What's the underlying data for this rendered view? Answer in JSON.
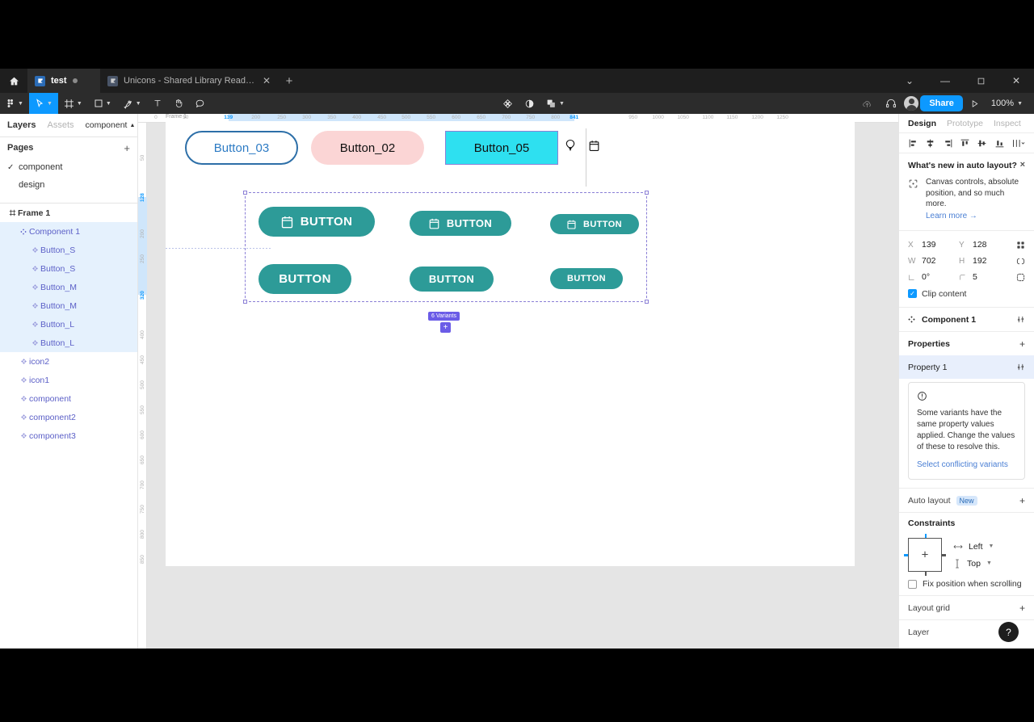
{
  "window": {
    "tabs": [
      {
        "label": "test",
        "active": true,
        "modified": true,
        "icon": "figma-file-icon"
      },
      {
        "label": "Unicons - Shared Library Ready (Co...",
        "active": false,
        "closable": true,
        "icon": "figma-file-icon"
      }
    ],
    "new_tab_label": "+",
    "controls": [
      "chevron-down",
      "minimize",
      "restore",
      "close"
    ]
  },
  "toolbar": {
    "left_tools": [
      {
        "name": "figma-menu-icon",
        "caret": true,
        "selected": false
      },
      {
        "name": "move-cursor-icon",
        "caret": true,
        "selected": true
      },
      {
        "name": "frame-icon",
        "caret": true,
        "selected": false
      },
      {
        "name": "shape-rect-icon",
        "caret": true,
        "selected": false
      },
      {
        "name": "pen-icon",
        "caret": true,
        "selected": false
      },
      {
        "name": "text-icon",
        "caret": false,
        "selected": false
      },
      {
        "name": "hand-icon",
        "caret": false,
        "selected": false
      },
      {
        "name": "comment-icon",
        "caret": false,
        "selected": false
      }
    ],
    "center_tools": [
      {
        "name": "components-icon"
      },
      {
        "name": "contrast-icon"
      },
      {
        "name": "mask-icon",
        "caret": true
      }
    ],
    "right": {
      "upload_icon": "cloud-upload-icon",
      "audio_icon": "headphones-icon",
      "avatar": "user-avatar",
      "share_label": "Share",
      "present_icon": "play-icon",
      "zoom_label": "100%"
    }
  },
  "left_panel": {
    "tabs": [
      {
        "label": "Layers",
        "active": true
      },
      {
        "label": "Assets",
        "active": false,
        "dot": true
      }
    ],
    "file_dropdown": "component",
    "pages": {
      "title": "Pages",
      "add_label": "+",
      "items": [
        {
          "label": "component",
          "checked": true
        },
        {
          "label": "design",
          "checked": false
        }
      ]
    },
    "layers": [
      {
        "label": "Frame 1",
        "icon": "frame-icon",
        "depth": 0,
        "type": "frame",
        "selected": false
      },
      {
        "label": "Component 1",
        "icon": "component-set-icon",
        "depth": 1,
        "type": "component-set",
        "selected": true
      },
      {
        "label": "Button_S",
        "icon": "component-icon",
        "depth": 2,
        "type": "component",
        "selected": true
      },
      {
        "label": "Button_S",
        "icon": "component-icon",
        "depth": 2,
        "type": "component",
        "selected": true
      },
      {
        "label": "Button_M",
        "icon": "component-icon",
        "depth": 2,
        "type": "component",
        "selected": true
      },
      {
        "label": "Button_M",
        "icon": "component-icon",
        "depth": 2,
        "type": "component",
        "selected": true
      },
      {
        "label": "Button_L",
        "icon": "component-icon",
        "depth": 2,
        "type": "component",
        "selected": true
      },
      {
        "label": "Button_L",
        "icon": "component-icon",
        "depth": 2,
        "type": "component",
        "selected": true
      },
      {
        "label": "icon2",
        "icon": "component-icon",
        "depth": 1,
        "type": "component",
        "selected": false
      },
      {
        "label": "icon1",
        "icon": "component-icon",
        "depth": 1,
        "type": "component",
        "selected": false
      },
      {
        "label": "component",
        "icon": "component-icon",
        "depth": 1,
        "type": "component",
        "selected": false
      },
      {
        "label": "component2",
        "icon": "component-icon",
        "depth": 1,
        "type": "component",
        "selected": false
      },
      {
        "label": "component3",
        "icon": "component-icon",
        "depth": 1,
        "type": "component",
        "selected": false
      }
    ]
  },
  "canvas": {
    "frame_label": "Frame 1",
    "ruler_h_ticks": [
      "0",
      "50",
      "139",
      "200",
      "250",
      "300",
      "350",
      "400",
      "450",
      "500",
      "550",
      "600",
      "650",
      "700",
      "750",
      "800",
      "841",
      "950",
      "1000",
      "1050",
      "1100",
      "1150",
      "1200",
      "1250"
    ],
    "ruler_h_active": [
      "139",
      "841"
    ],
    "ruler_v_ticks": [
      "50",
      "128",
      "200",
      "250",
      "320",
      "400",
      "450",
      "500",
      "550",
      "600",
      "650",
      "700",
      "750",
      "800",
      "850"
    ],
    "ruler_v_active": [
      "128",
      "320"
    ],
    "top_buttons": [
      {
        "label": "Button_03",
        "style": "outline-blue"
      },
      {
        "label": "Button_02",
        "style": "fill-pink"
      },
      {
        "label": "Button_05",
        "style": "fill-cyan-selected"
      }
    ],
    "mini_icons": [
      {
        "name": "balloon-icon"
      },
      {
        "name": "calendar-icon"
      }
    ],
    "variant_buttons": [
      {
        "label": "BUTTON",
        "size": "L",
        "with_icon": true
      },
      {
        "label": "BUTTON",
        "size": "M",
        "with_icon": true
      },
      {
        "label": "BUTTON",
        "size": "S",
        "with_icon": true
      },
      {
        "label": "BUTTON",
        "size": "L",
        "with_icon": false
      },
      {
        "label": "BUTTON",
        "size": "M",
        "with_icon": false
      },
      {
        "label": "BUTTON",
        "size": "S",
        "with_icon": false
      }
    ],
    "variants_badge": "6 Variants",
    "variants_add": "+",
    "teal_color": "#2d9b98",
    "pink_color": "#fbd5d5",
    "cyan_color": "#2ee0f0",
    "selection_color": "#8b7fd6"
  },
  "right_panel": {
    "tabs": [
      {
        "label": "Design",
        "active": true
      },
      {
        "label": "Prototype",
        "active": false
      },
      {
        "label": "Inspect",
        "active": false
      }
    ],
    "align_icons": [
      "align-left-icon",
      "align-horizontal-centers-icon",
      "align-right-icon",
      "align-top-icon",
      "align-vertical-centers-icon",
      "align-bottom-icon",
      "distribute-icon"
    ],
    "whats_new": {
      "title": "What's new in auto layout?",
      "close": "×",
      "icon": "canvas-controls-icon",
      "body": "Canvas controls, absolute position, and so much more.",
      "link": "Learn more →"
    },
    "geometry": {
      "x_key": "X",
      "x_value": "139",
      "y_key": "Y",
      "y_value": "128",
      "w_key": "W",
      "w_value": "702",
      "h_key": "H",
      "h_value": "192",
      "rotation_key": "rotation-icon",
      "rotation_value": "0°",
      "corner_key": "corner-radius-icon",
      "corner_value": "5",
      "clip_label": "Clip content",
      "clip_checked": true,
      "constrain_icon": "constrain-proportions-icon",
      "independent_corners_icon": "independent-corners-icon"
    },
    "component_section": {
      "title": "Component 1",
      "icon": "component-set-icon",
      "settings_icon": "sliders-icon"
    },
    "properties": {
      "title": "Properties",
      "add": "+",
      "items": [
        {
          "label": "Property 1",
          "selected": true,
          "settings_icon": "sliders-icon"
        }
      ],
      "warning": {
        "icon": "alert-circle-icon",
        "text": "Some variants have the same property values applied. Change the values of these to resolve this.",
        "link": "Select conflicting variants"
      }
    },
    "auto_layout": {
      "title": "Auto layout",
      "badge": "New",
      "add": "+"
    },
    "constraints": {
      "title": "Constraints",
      "horizontal": "Left",
      "vertical": "Top",
      "horizontal_icon": "horizontal-constraint-icon",
      "vertical_icon": "vertical-constraint-icon",
      "fix_position_label": "Fix position when scrolling",
      "fix_position_checked": false
    },
    "layout_grid": {
      "title": "Layout grid",
      "add": "+"
    },
    "layer_section": {
      "title": "Layer"
    },
    "help_button": "?"
  }
}
